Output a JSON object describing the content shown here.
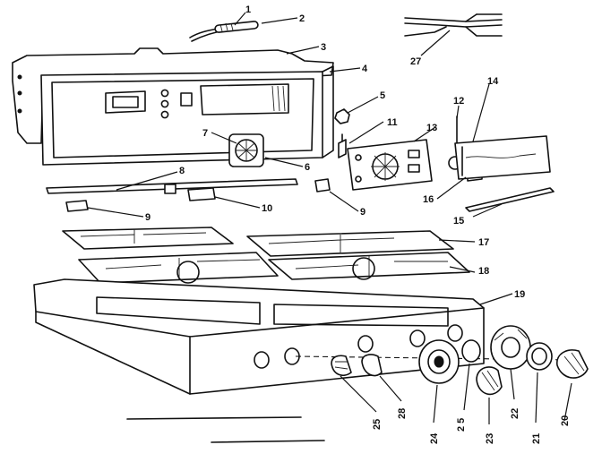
{
  "callouts": [
    {
      "id": "1",
      "label": "1"
    },
    {
      "id": "2",
      "label": "2"
    },
    {
      "id": "3",
      "label": "3"
    },
    {
      "id": "4",
      "label": "4"
    },
    {
      "id": "5",
      "label": "5"
    },
    {
      "id": "6",
      "label": "6"
    },
    {
      "id": "7",
      "label": "7"
    },
    {
      "id": "8",
      "label": "8"
    },
    {
      "id": "9a",
      "label": "9"
    },
    {
      "id": "9b",
      "label": "9"
    },
    {
      "id": "10",
      "label": "10"
    },
    {
      "id": "11",
      "label": "11"
    },
    {
      "id": "12",
      "label": "12"
    },
    {
      "id": "13",
      "label": "13"
    },
    {
      "id": "14",
      "label": "14"
    },
    {
      "id": "15",
      "label": "15"
    },
    {
      "id": "16",
      "label": "16"
    },
    {
      "id": "17",
      "label": "17"
    },
    {
      "id": "18",
      "label": "18"
    },
    {
      "id": "19",
      "label": "19"
    },
    {
      "id": "20",
      "label": "20"
    },
    {
      "id": "21",
      "label": "21"
    },
    {
      "id": "22",
      "label": "22"
    },
    {
      "id": "23",
      "label": "23"
    },
    {
      "id": "24",
      "label": "24"
    },
    {
      "id": "25a",
      "label": "25"
    },
    {
      "id": "25b",
      "label": "2 5"
    },
    {
      "id": "27",
      "label": "27"
    },
    {
      "id": "28",
      "label": "28"
    }
  ]
}
